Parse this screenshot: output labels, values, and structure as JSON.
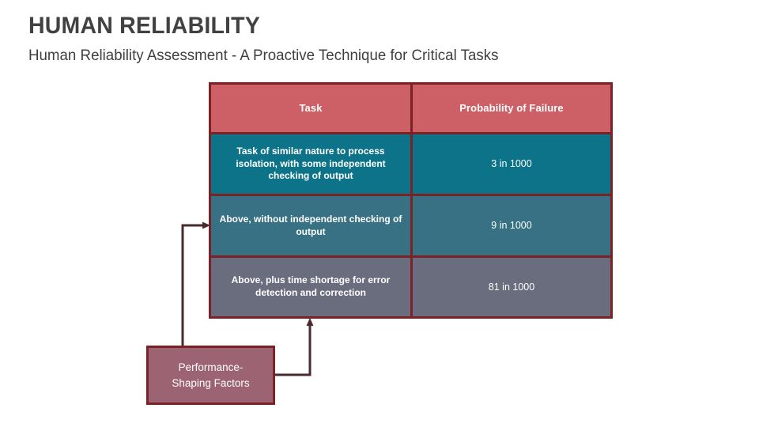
{
  "slide": {
    "title": "HUMAN RELIABILITY",
    "subtitle": "Human Reliability Assessment - A Proactive Technique for Critical Tasks",
    "background_color": "#ffffff",
    "title_color": "#414141"
  },
  "chart_data": {
    "type": "table",
    "title": "Human Reliability Assessment",
    "columns": [
      "Task",
      "Probability of Failure"
    ],
    "rows": [
      {
        "task": "Task of similar nature to process isolation, with some independent checking of output",
        "probability": "3 in 1000",
        "row_color": "#0d7389"
      },
      {
        "task": "Above, without independent checking of output",
        "probability": "9 in 1000",
        "row_color": "#377183"
      },
      {
        "task": "Above, plus time shortage for error detection and correction",
        "probability": "81 in 1000",
        "row_color": "#696d7e"
      }
    ],
    "header_color": "#cc6066",
    "border_color": "#7a2226",
    "annotations": [
      {
        "label": "Performance-Shaping Factors",
        "points_to": [
          "row-2",
          "row-3"
        ],
        "color": "#9c6472"
      }
    ]
  },
  "table": {
    "header": {
      "task_label": "Task",
      "probability_label": "Probability of Failure"
    },
    "rows": [
      {
        "task": "Task of similar nature to process isolation, with some independent checking of output",
        "probability": "3 in 1000"
      },
      {
        "task": "Above, without independent checking of output",
        "probability": "9 in 1000"
      },
      {
        "task": "Above, plus time shortage for error detection and correction",
        "probability": "81 in 1000"
      }
    ]
  },
  "callout": {
    "line1": "Performance-",
    "line2": "Shaping Factors"
  },
  "colors": {
    "header_red": "#cc6066",
    "border_dark_red": "#7a2226",
    "row1_teal": "#0d7389",
    "row2_teal": "#377183",
    "row3_slate": "#696d7e",
    "callout_mauve": "#9c6472",
    "connector": "#4a2a2c"
  }
}
